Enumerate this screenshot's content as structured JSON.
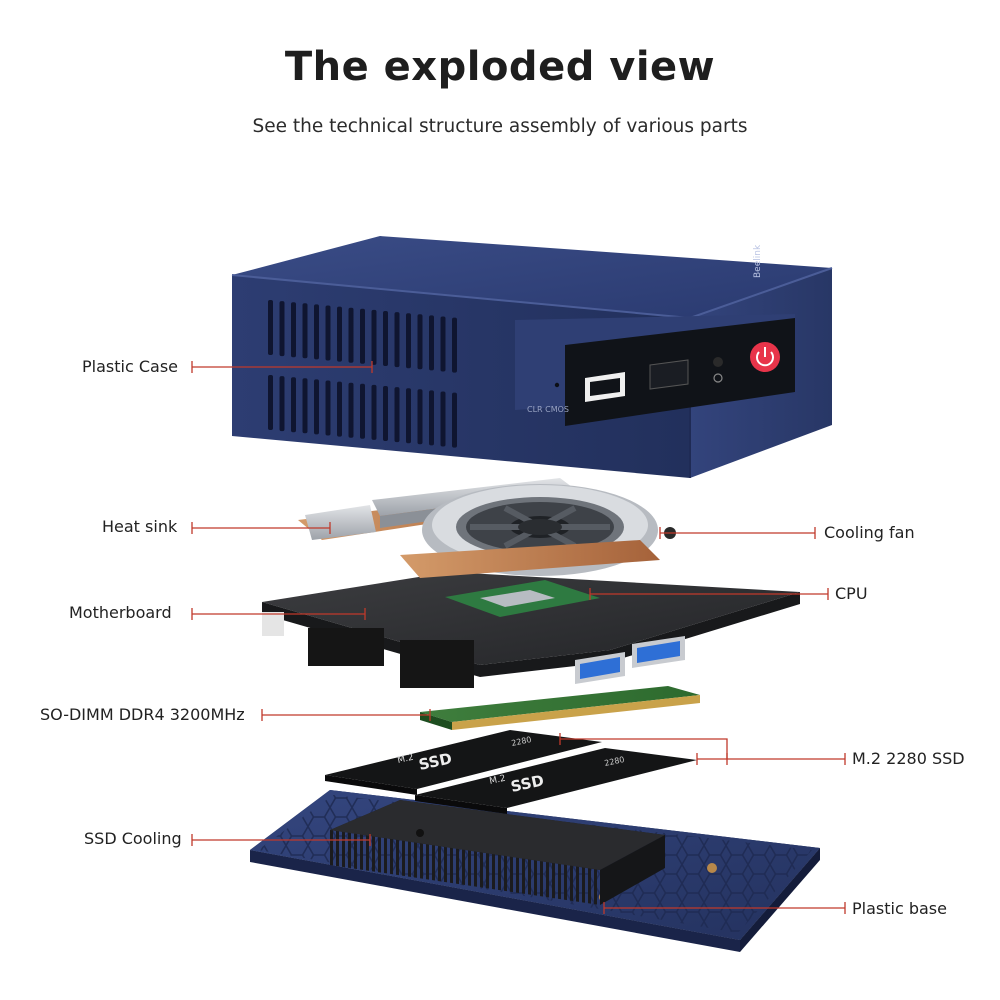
{
  "header": {
    "title": "The exploded view",
    "subtitle": "See the technical structure assembly of various parts"
  },
  "case": {
    "logo_text": "Beelink",
    "clr_cmos_text": "CLR CMOS"
  },
  "ssd_card": {
    "form_text": "M.2",
    "size_text": "2280",
    "name_text": "SSD"
  },
  "callouts": {
    "left": [
      {
        "id": "plastic-case",
        "text": "Plastic Case"
      },
      {
        "id": "heat-sink",
        "text": "Heat sink"
      },
      {
        "id": "motherboard",
        "text": "Motherboard"
      },
      {
        "id": "so-dimm",
        "text": "SO-DIMM DDR4 3200MHz"
      },
      {
        "id": "ssd-cooling",
        "text": "SSD Cooling"
      }
    ],
    "right": [
      {
        "id": "cooling-fan",
        "text": "Cooling fan"
      },
      {
        "id": "cpu",
        "text": "CPU"
      },
      {
        "id": "m2-ssd",
        "text": "M.2 2280 SSD"
      },
      {
        "id": "plastic-base",
        "text": "Plastic base"
      }
    ]
  },
  "colors": {
    "leader_line": "#c0392b",
    "case_blue": "#2c3b6e",
    "power_button": "#e8344a"
  }
}
